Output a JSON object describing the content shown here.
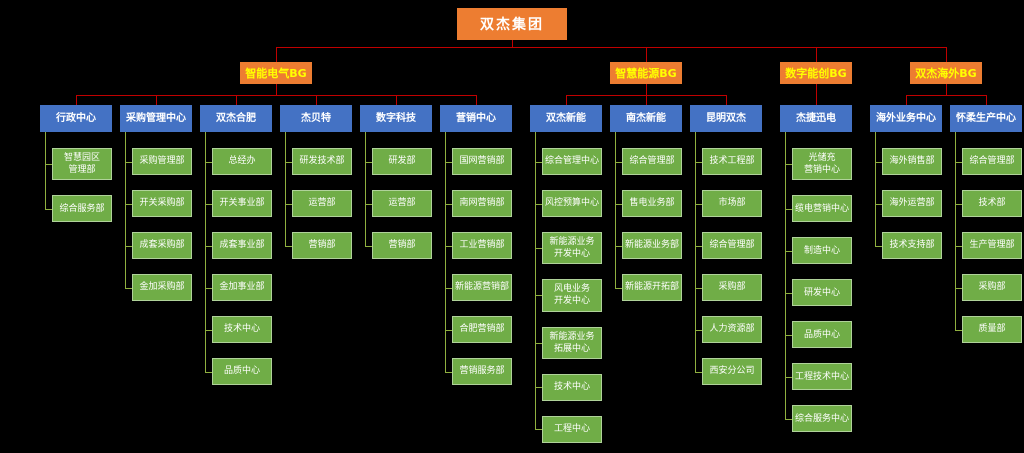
{
  "root": {
    "label": "双杰集团"
  },
  "groups": [
    {
      "label": "智能电气BG",
      "centers": [
        {
          "label": "行政中心",
          "departments": [
            "智慧园区\n管理部",
            "综合服务部"
          ]
        },
        {
          "label": "采购管理中心",
          "departments": [
            "采购管理部",
            "开关采购部",
            "成套采购部",
            "金加采购部"
          ]
        },
        {
          "label": "双杰合肥",
          "departments": [
            "总经办",
            "开关事业部",
            "成套事业部",
            "金加事业部",
            "技术中心",
            "品质中心"
          ]
        },
        {
          "label": "杰贝特",
          "departments": [
            "研发技术部",
            "运营部",
            "营销部"
          ]
        },
        {
          "label": "数字科技",
          "departments": [
            "研发部",
            "运营部",
            "营销部"
          ]
        },
        {
          "label": "营销中心",
          "departments": [
            "国网营销部",
            "南网营销部",
            "工业营销部",
            "新能源营销部",
            "合肥营销部",
            "营销服务部"
          ]
        }
      ]
    },
    {
      "label": "智慧能源BG",
      "centers": [
        {
          "label": "双杰新能",
          "departments": [
            "综合管理中心",
            "风控预算中心",
            "新能源业务\n开发中心",
            "风电业务\n开发中心",
            "新能源业务\n拓展中心",
            "技术中心",
            "工程中心"
          ]
        },
        {
          "label": "南杰新能",
          "departments": [
            "综合管理部",
            "售电业务部",
            "新能源业务部",
            "新能源开拓部"
          ]
        },
        {
          "label": "昆明双杰",
          "departments": [
            "技术工程部",
            "市场部",
            "综合管理部",
            "采购部",
            "人力资源部",
            "西安分公司"
          ]
        }
      ]
    },
    {
      "label": "数字能创BG",
      "centers": [
        {
          "label": "杰捷迅电",
          "departments": [
            "光储充\n营销中心",
            "缆电营销中心",
            "制造中心",
            "研发中心",
            "品质中心",
            "工程技术中心",
            "综合服务中心"
          ]
        }
      ]
    },
    {
      "label": "双杰海外BG",
      "centers": [
        {
          "label": "海外业务中心",
          "departments": [
            "海外销售部",
            "海外运营部",
            "技术支持部"
          ]
        },
        {
          "label": "怀柔生产中心",
          "departments": [
            "综合管理部",
            "技术部",
            "生产管理部",
            "采购部",
            "质量部"
          ]
        }
      ]
    }
  ],
  "colors": {
    "background": "#000000",
    "root_box": "#ED7D31",
    "bg_box": "#ED7D31",
    "bg_text": "#FFFF00",
    "center_box": "#4472C4",
    "dept_box": "#70AD47",
    "line_upper": "#C00000",
    "line_lower": "#8FAF3F"
  }
}
